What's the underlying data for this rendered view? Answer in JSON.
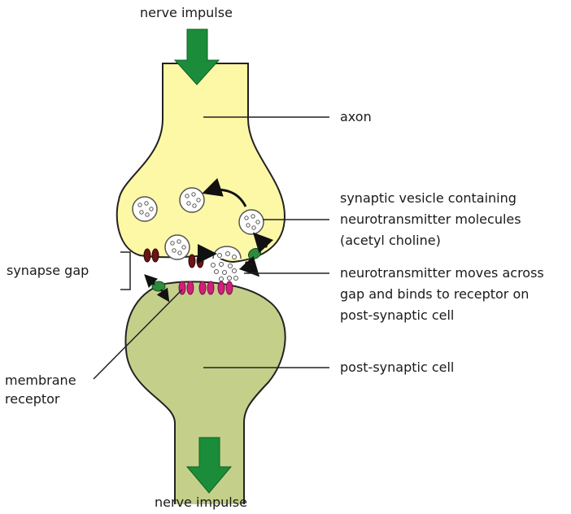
{
  "labels": {
    "nerve_impulse_top": "nerve impulse",
    "nerve_impulse_bottom": "nerve impulse",
    "axon": "axon",
    "vesicle": [
      "synaptic vesicle containing",
      "neurotransmitter molecules",
      "(acetyl choline)"
    ],
    "synapse_gap": "synapse gap",
    "moves": [
      "neurotransmitter moves across",
      "gap and binds to receptor on",
      "post-synaptic cell"
    ],
    "post_cell": "post-synaptic cell",
    "membrane": [
      "membrane",
      "receptor"
    ]
  },
  "colors": {
    "axon_fill": "#fdf8a6",
    "post_fill": "#c4d08a",
    "arrow_green": "#1b8d3a",
    "receptor_magenta": "#d0207a",
    "channel_maroon": "#6e1414",
    "transporter_green": "#2e8b3e"
  }
}
